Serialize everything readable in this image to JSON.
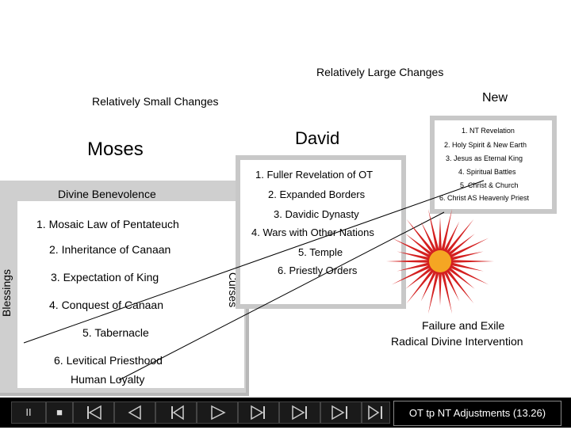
{
  "headers": {
    "large_changes": "Relatively Large Changes",
    "small_changes": "Relatively Small Changes",
    "new": "New"
  },
  "moses": {
    "title": "Moses",
    "subtitle": "Divine Benevolence",
    "items": [
      "1. Mosaic Law of Pentateuch",
      "2. Inheritance of Canaan",
      "3. Expectation of King",
      "4. Conquest of Canaan",
      "5. Tabernacle",
      "6. Levitical Priesthood"
    ],
    "footer": "Human Loyalty",
    "blessings": "Blessings",
    "curses": "Curses"
  },
  "david": {
    "title": "David",
    "items": [
      "1. Fuller Revelation of OT",
      "2. Expanded Borders",
      "3. Davidic Dynasty",
      "4. Wars with Other Nations",
      "5. Temple",
      "6. Priestly Orders"
    ]
  },
  "new_covenant": {
    "items": [
      "1. NT Revelation",
      "2. Holy Spirit & New Earth",
      "3. Jesus as Eternal King",
      "4. Spiritual Battles",
      "5. Christ & Church",
      "6. Christ AS Heavenly Priest"
    ]
  },
  "exile": {
    "line1": "Failure and Exile",
    "line2": "Radical Divine Intervention"
  },
  "player": {
    "pause": "II",
    "stop": "■",
    "slide_title": "OT tp NT Adjustments (13.26)"
  },
  "colors": {
    "panel_gray": "#cfcfcf",
    "burst_red": "#d42020",
    "burst_orange": "#f5a623"
  }
}
